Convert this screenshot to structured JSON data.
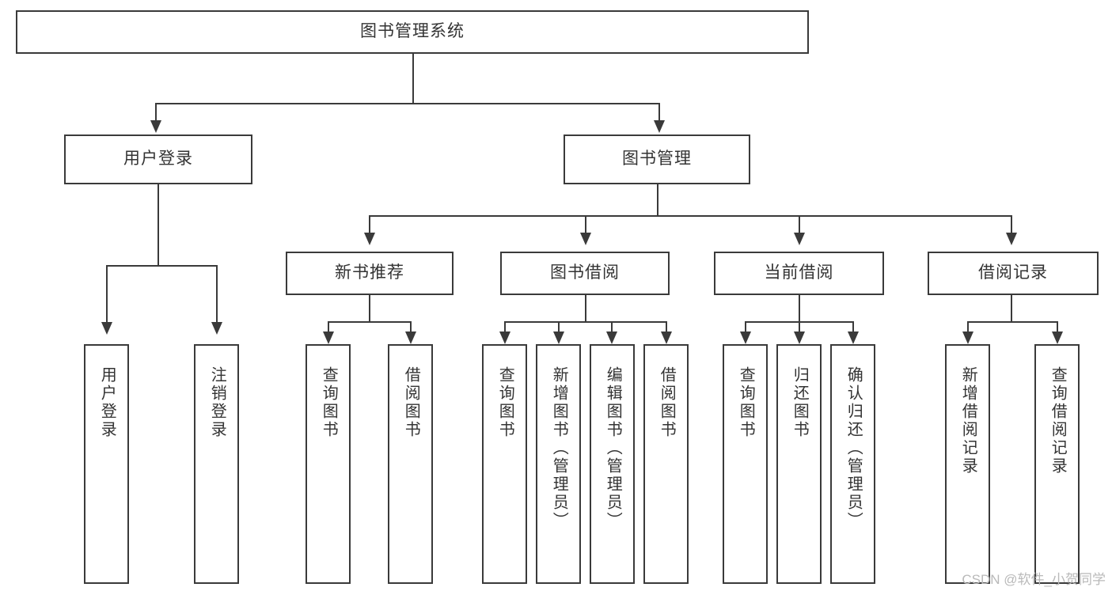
{
  "diagram": {
    "type": "tree-hierarchy-chart",
    "title": "图书管理系统",
    "line_color": "#3a3a3a",
    "box_fill": "#ffffff",
    "text_color": "#333333",
    "root": {
      "label": "图书管理系统",
      "children": [
        {
          "label": "用户登录",
          "children": [
            {
              "label": "用户登录"
            },
            {
              "label": "注销登录"
            }
          ]
        },
        {
          "label": "图书管理",
          "children": [
            {
              "label": "新书推荐",
              "children": [
                {
                  "label": "查询图书"
                },
                {
                  "label": "借阅图书"
                }
              ]
            },
            {
              "label": "图书借阅",
              "children": [
                {
                  "label": "查询图书"
                },
                {
                  "label": "新增图书（管理员）"
                },
                {
                  "label": "编辑图书（管理员）"
                },
                {
                  "label": "借阅图书"
                }
              ]
            },
            {
              "label": "当前借阅",
              "children": [
                {
                  "label": "查询图书"
                },
                {
                  "label": "归还图书"
                },
                {
                  "label": "确认归还（管理员）"
                }
              ]
            },
            {
              "label": "借阅记录",
              "children": [
                {
                  "label": "新增借阅记录"
                },
                {
                  "label": "查询借阅记录"
                }
              ]
            }
          ]
        }
      ]
    }
  },
  "watermark": {
    "text": "CSDN @软件_小贺同学"
  }
}
